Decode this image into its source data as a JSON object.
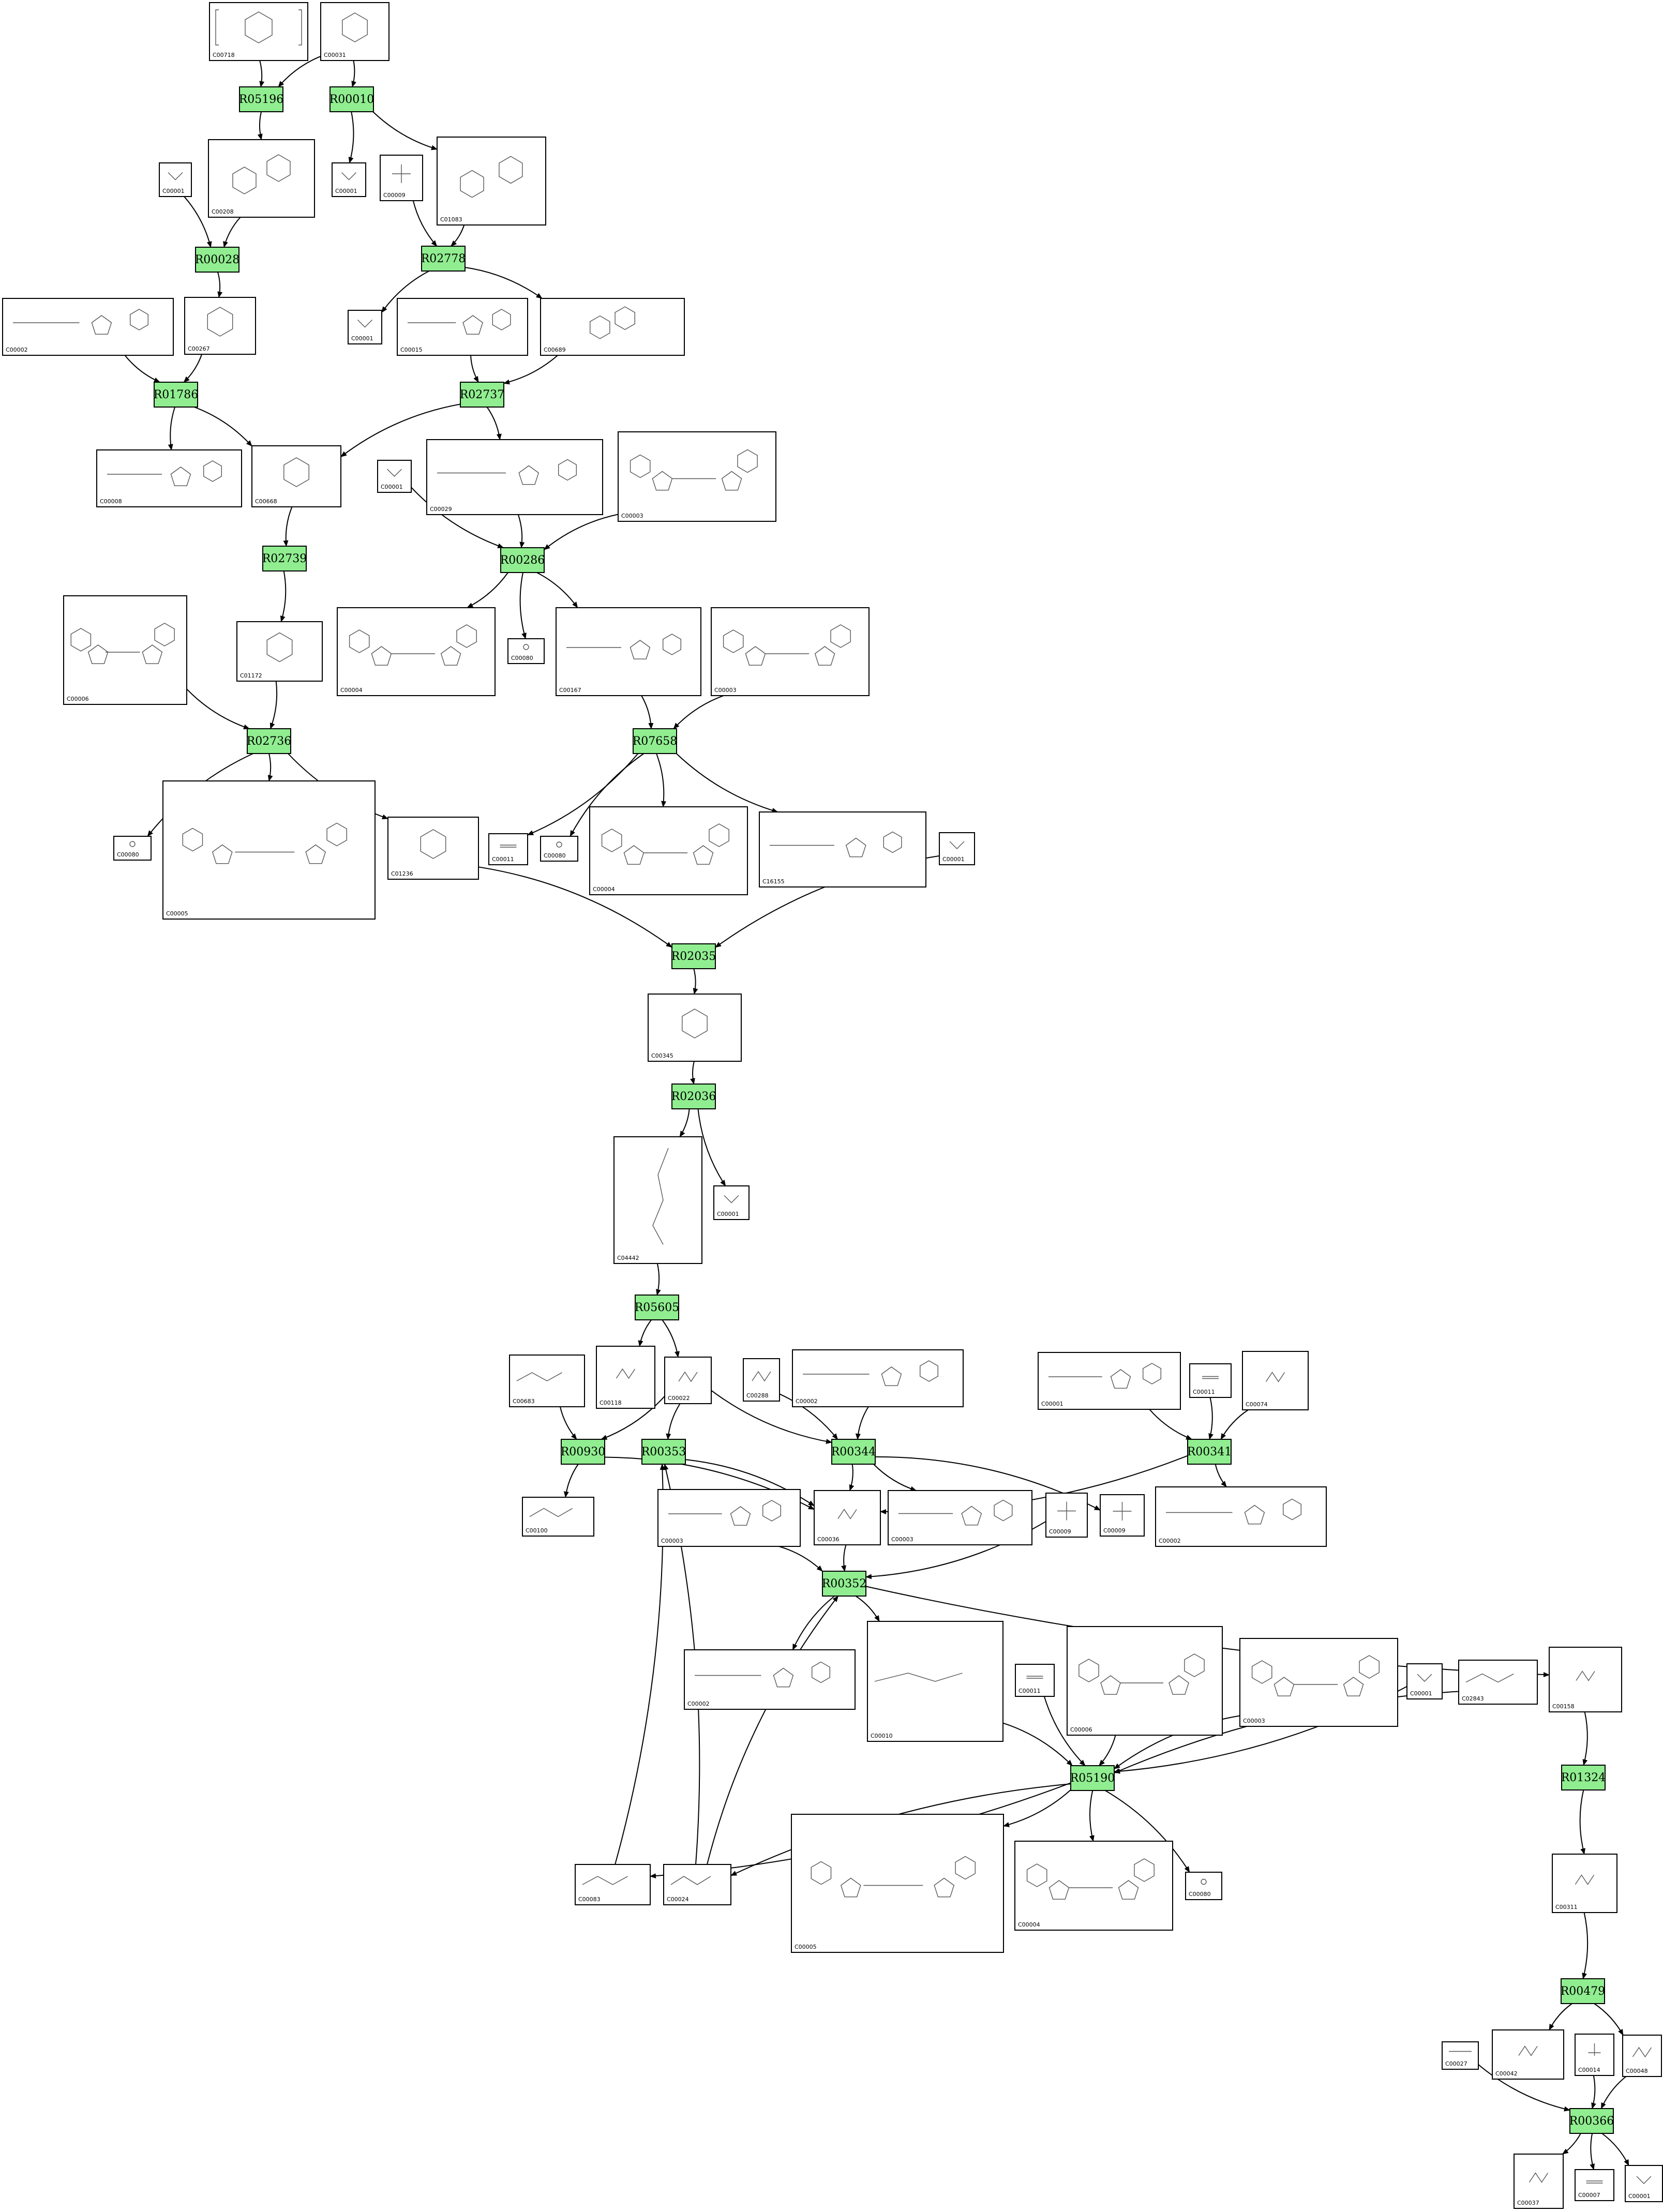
{
  "reactions": [
    {
      "key": "r05196a",
      "id": "R05196"
    },
    {
      "key": "r00010",
      "id": "R00010"
    },
    {
      "key": "r00028",
      "id": "R00028"
    },
    {
      "key": "r02778",
      "id": "R02778"
    },
    {
      "key": "r01786",
      "id": "R01786"
    },
    {
      "key": "r02737",
      "id": "R02737"
    },
    {
      "key": "r02739",
      "id": "R02739"
    },
    {
      "key": "r00286",
      "id": "R00286"
    },
    {
      "key": "r02736",
      "id": "R02736"
    },
    {
      "key": "r07658",
      "id": "R07658"
    },
    {
      "key": "r02035",
      "id": "R02035"
    },
    {
      "key": "r02036",
      "id": "R02036"
    },
    {
      "key": "r05605",
      "id": "R05605"
    },
    {
      "key": "r00930",
      "id": "R00930"
    },
    {
      "key": "r00353",
      "id": "R00353"
    },
    {
      "key": "r00344",
      "id": "R00344"
    },
    {
      "key": "r00341",
      "id": "R00341"
    },
    {
      "key": "r00352",
      "id": "R00352"
    },
    {
      "key": "r05190",
      "id": "R05190"
    },
    {
      "key": "r01324",
      "id": "R01324"
    },
    {
      "key": "r00479",
      "id": "R00479"
    },
    {
      "key": "r00366",
      "id": "R00366"
    }
  ],
  "compounds": [
    {
      "key": "c00718",
      "id": "C00718",
      "struct": "glucan"
    },
    {
      "key": "c00031",
      "id": "C00031",
      "struct": "sugar"
    },
    {
      "key": "c00208",
      "id": "C00208",
      "struct": "disaccharide"
    },
    {
      "key": "c00001a",
      "id": "C00001",
      "struct": "water"
    },
    {
      "key": "c00001b",
      "id": "C00001",
      "struct": "water"
    },
    {
      "key": "c00009a",
      "id": "C00009",
      "struct": "phosphate"
    },
    {
      "key": "c01083",
      "id": "C01083",
      "struct": "disaccharide"
    },
    {
      "key": "c00267",
      "id": "C00267",
      "struct": "sugar"
    },
    {
      "key": "c00002a",
      "id": "C00002",
      "struct": "nucleotide"
    },
    {
      "key": "c00001c",
      "id": "C00001",
      "struct": "water"
    },
    {
      "key": "c00015",
      "id": "C00015",
      "struct": "nucleotide"
    },
    {
      "key": "c00689",
      "id": "C00689",
      "struct": "disaccharide"
    },
    {
      "key": "c00008",
      "id": "C00008",
      "struct": "nucleotide"
    },
    {
      "key": "c00668",
      "id": "C00668",
      "struct": "sugar"
    },
    {
      "key": "c00001d",
      "id": "C00001",
      "struct": "water"
    },
    {
      "key": "c00029",
      "id": "C00029",
      "struct": "nucleotide"
    },
    {
      "key": "c00003a",
      "id": "C00003",
      "struct": "dinucleotide"
    },
    {
      "key": "c00006a",
      "id": "C00006",
      "struct": "dinucleotide"
    },
    {
      "key": "c01172",
      "id": "C01172",
      "struct": "sugar"
    },
    {
      "key": "c00004a",
      "id": "C00004",
      "struct": "dinucleotide"
    },
    {
      "key": "c00080a",
      "id": "C00080",
      "struct": "proton"
    },
    {
      "key": "c00167",
      "id": "C00167",
      "struct": "nucleotide"
    },
    {
      "key": "c00003b",
      "id": "C00003",
      "struct": "dinucleotide"
    },
    {
      "key": "c00080b",
      "id": "C00080",
      "struct": "proton"
    },
    {
      "key": "c00005a",
      "id": "C00005",
      "struct": "dinucleotide-large"
    },
    {
      "key": "c01236",
      "id": "C01236",
      "struct": "sugar"
    },
    {
      "key": "c00011a",
      "id": "C00011",
      "struct": "co2"
    },
    {
      "key": "c00080c",
      "id": "C00080",
      "struct": "proton"
    },
    {
      "key": "c00004b",
      "id": "C00004",
      "struct": "dinucleotide"
    },
    {
      "key": "c16155",
      "id": "C16155",
      "struct": "nucleotide"
    },
    {
      "key": "c00001e",
      "id": "C00001",
      "struct": "water"
    },
    {
      "key": "c00345",
      "id": "C00345",
      "struct": "sugar"
    },
    {
      "key": "c00001f",
      "id": "C00001",
      "struct": "water"
    },
    {
      "key": "c04442",
      "id": "C04442",
      "struct": "acid-chain"
    },
    {
      "key": "c00683",
      "id": "C00683",
      "struct": "coa"
    },
    {
      "key": "c00118",
      "id": "C00118",
      "struct": "small"
    },
    {
      "key": "c00022",
      "id": "C00022",
      "struct": "small"
    },
    {
      "key": "c00288",
      "id": "C00288",
      "struct": "small"
    },
    {
      "key": "c00002b",
      "id": "C00002",
      "struct": "nucleotide"
    },
    {
      "key": "c00001g",
      "id": "C00001",
      "struct": "nucleotide"
    },
    {
      "key": "c00011b",
      "id": "C00011",
      "struct": "co2"
    },
    {
      "key": "c00074",
      "id": "C00074",
      "struct": "small"
    },
    {
      "key": "c00100",
      "id": "C00100",
      "struct": "coa"
    },
    {
      "key": "c00003c",
      "id": "C00003",
      "struct": "nucleotide"
    },
    {
      "key": "c00036",
      "id": "C00036",
      "struct": "small"
    },
    {
      "key": "c00003d",
      "id": "C00003",
      "struct": "nucleotide"
    },
    {
      "key": "c00009b",
      "id": "C00009",
      "struct": "phosphate"
    },
    {
      "key": "c00009c",
      "id": "C00009",
      "struct": "phosphate"
    },
    {
      "key": "c00002c",
      "id": "C00002",
      "struct": "nucleotide"
    },
    {
      "key": "c00002d",
      "id": "C00002",
      "struct": "nucleotide"
    },
    {
      "key": "c00010",
      "id": "C00010",
      "struct": "coa-large"
    },
    {
      "key": "c00011c",
      "id": "C00011",
      "struct": "co2"
    },
    {
      "key": "c00006b",
      "id": "C00006",
      "struct": "dinucleotide"
    },
    {
      "key": "c00003e",
      "id": "C00003",
      "struct": "dinucleotide"
    },
    {
      "key": "c00001h",
      "id": "C00001",
      "struct": "water"
    },
    {
      "key": "c02843",
      "id": "C02843",
      "struct": "coa"
    },
    {
      "key": "c00158",
      "id": "C00158",
      "struct": "small"
    },
    {
      "key": "c00083",
      "id": "C00083",
      "struct": "coa"
    },
    {
      "key": "c00024",
      "id": "C00024",
      "struct": "coa"
    },
    {
      "key": "c00005b",
      "id": "C00005",
      "struct": "dinucleotide-large"
    },
    {
      "key": "c00004c",
      "id": "C00004",
      "struct": "dinucleotide"
    },
    {
      "key": "c00080d",
      "id": "C00080",
      "struct": "proton"
    },
    {
      "key": "c00311",
      "id": "C00311",
      "struct": "small"
    },
    {
      "key": "c00027",
      "id": "C00027",
      "struct": "peroxide"
    },
    {
      "key": "c00042",
      "id": "C00042",
      "struct": "small"
    },
    {
      "key": "c00014",
      "id": "C00014",
      "struct": "ammonia"
    },
    {
      "key": "c00048",
      "id": "C00048",
      "struct": "small"
    },
    {
      "key": "c00037",
      "id": "C00037",
      "struct": "small"
    },
    {
      "key": "c00007",
      "id": "C00007",
      "struct": "oxygen"
    },
    {
      "key": "c00001i",
      "id": "C00001",
      "struct": "water"
    }
  ],
  "edges": [
    [
      "c00718",
      "r05196a"
    ],
    [
      "c00031",
      "r05196a"
    ],
    [
      "c00031",
      "r00010"
    ],
    [
      "r05196a",
      "c00208"
    ],
    [
      "r00010",
      "c00001b"
    ],
    [
      "r00010",
      "c01083"
    ],
    [
      "c00001a",
      "r00028"
    ],
    [
      "c00208",
      "r00028"
    ],
    [
      "r00028",
      "c00267"
    ],
    [
      "c00009a",
      "r02778"
    ],
    [
      "c01083",
      "r02778"
    ],
    [
      "r02778",
      "c00001c"
    ],
    [
      "r02778",
      "c00689"
    ],
    [
      "c00002a",
      "r01786"
    ],
    [
      "c00267",
      "r01786"
    ],
    [
      "r01786",
      "c00008"
    ],
    [
      "r01786",
      "c00668"
    ],
    [
      "c00015",
      "r02737"
    ],
    [
      "c00689",
      "r02737"
    ],
    [
      "r02737",
      "c00668"
    ],
    [
      "r02737",
      "c00029"
    ],
    [
      "c00668",
      "r02739"
    ],
    [
      "r02739",
      "c01172"
    ],
    [
      "c00001d",
      "r00286"
    ],
    [
      "c00029",
      "r00286"
    ],
    [
      "c00003a",
      "r00286"
    ],
    [
      "r00286",
      "c00004a"
    ],
    [
      "r00286",
      "c00080a"
    ],
    [
      "r00286",
      "c00167"
    ],
    [
      "c00006a",
      "r02736"
    ],
    [
      "c01172",
      "r02736"
    ],
    [
      "r02736",
      "c00080b"
    ],
    [
      "r02736",
      "c00005a"
    ],
    [
      "r02736",
      "c01236"
    ],
    [
      "c00167",
      "r07658"
    ],
    [
      "c00003b",
      "r07658"
    ],
    [
      "r07658",
      "c00011a"
    ],
    [
      "r07658",
      "c00080c"
    ],
    [
      "r07658",
      "c00004b"
    ],
    [
      "r07658",
      "c16155"
    ],
    [
      "c01236",
      "r02035"
    ],
    [
      "c00001e",
      "r02035"
    ],
    [
      "r02035",
      "c00345"
    ],
    [
      "c00345",
      "r02036"
    ],
    [
      "r02036",
      "c04442"
    ],
    [
      "r02036",
      "c00001f"
    ],
    [
      "c04442",
      "r05605"
    ],
    [
      "r05605",
      "c00118"
    ],
    [
      "r05605",
      "c00022"
    ],
    [
      "c00683",
      "r00930"
    ],
    [
      "c00022",
      "r00930"
    ],
    [
      "r00930",
      "c00100"
    ],
    [
      "r00930",
      "c00036"
    ],
    [
      "c00022",
      "r00353"
    ],
    [
      "r00353",
      "c00036"
    ],
    [
      "c00022",
      "r00344"
    ],
    [
      "c00288",
      "r00344"
    ],
    [
      "c00002b",
      "r00344"
    ],
    [
      "r00344",
      "c00036"
    ],
    [
      "r00344",
      "c00003d"
    ],
    [
      "r00344",
      "c00009c"
    ],
    [
      "c00001g",
      "r00341"
    ],
    [
      "c00011b",
      "r00341"
    ],
    [
      "c00074",
      "r00341"
    ],
    [
      "r00341",
      "c00036"
    ],
    [
      "r00341",
      "c00002c"
    ],
    [
      "c00003c",
      "r00352"
    ],
    [
      "c00036",
      "r00352"
    ],
    [
      "c00009b",
      "r00352"
    ],
    [
      "r00352",
      "c00002d"
    ],
    [
      "r00352",
      "c00010"
    ],
    [
      "r00352",
      "c00158"
    ],
    [
      "c00010",
      "r05190"
    ],
    [
      "c00011c",
      "r05190"
    ],
    [
      "c00006b",
      "r05190"
    ],
    [
      "c00003e",
      "r05190"
    ],
    [
      "c00001h",
      "r05190"
    ],
    [
      "c02843",
      "r05190"
    ],
    [
      "r05190",
      "c00083"
    ],
    [
      "r05190",
      "c00024"
    ],
    [
      "r05190",
      "c00005b"
    ],
    [
      "r05190",
      "c00004c"
    ],
    [
      "r05190",
      "c00080d"
    ],
    [
      "c00083",
      "r00353"
    ],
    [
      "c00024",
      "r00352"
    ],
    [
      "c00024",
      "r00353"
    ],
    [
      "c00158",
      "r01324"
    ],
    [
      "r01324",
      "c00311"
    ],
    [
      "c00311",
      "r00479"
    ],
    [
      "r00479",
      "c00042"
    ],
    [
      "r00479",
      "c00048"
    ],
    [
      "c00027",
      "r00366"
    ],
    [
      "c00014",
      "r00366"
    ],
    [
      "c00048",
      "r00366"
    ],
    [
      "r00366",
      "c00037"
    ],
    [
      "r00366",
      "c00007"
    ],
    [
      "r00366",
      "c00001i"
    ]
  ]
}
